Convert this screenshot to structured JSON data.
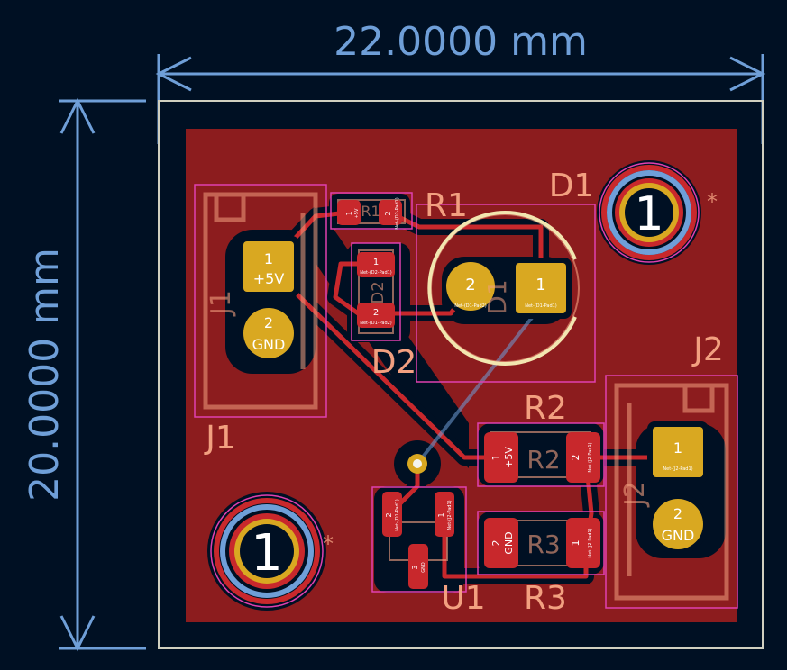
{
  "dimensions": {
    "width_label": "22.0000 mm",
    "height_label": "20.0000 mm"
  },
  "colors": {
    "background": "#001023",
    "copper_fill": "#8c1c1e",
    "copper_trace": "#c8282c",
    "pad_gold": "#d9a821",
    "silkscreen": "#f2a080",
    "courtyard": "#e040b0",
    "dimension": "#6f9fd8",
    "edge_cuts": "#d0d0c0"
  },
  "components": {
    "J1": {
      "ref": "J1",
      "ref_fab": "J1",
      "pad1_number": "1",
      "pad1_net": "+5V",
      "pad2_number": "2",
      "pad2_net": "GND"
    },
    "J2": {
      "ref": "J2",
      "ref_fab": "J2",
      "pad1_number": "1",
      "pad1_net": "Net-(J2-Pad1)",
      "pad2_number": "2",
      "pad2_net": "GND"
    },
    "D1": {
      "ref": "D1",
      "ref_fab": "D1",
      "pad1_number": "1",
      "pad1_net": "Net-(D1-Pad1)",
      "pad2_number": "2",
      "pad2_net": "Net-(D1-Pad2)"
    },
    "D2": {
      "ref": "D2",
      "ref_fab": "D2",
      "pad1_number": "1",
      "pad1_net": "Net-(D2-Pad1)",
      "pad2_number": "2",
      "pad2_net": "Net-(D1-Pad2)"
    },
    "R1": {
      "ref": "R1",
      "ref_fab": "R1",
      "pad1_number": "1",
      "pad1_net": "+5V",
      "pad2_number": "2",
      "pad2_net": "Net-(D2-Pad1)"
    },
    "R2": {
      "ref": "R2",
      "ref_fab": "R2",
      "pad1_number": "1",
      "pad1_net": "+5V",
      "pad2_number": "2",
      "pad2_net": "Net-(J2-Pad1)"
    },
    "R3": {
      "ref": "R3",
      "ref_fab": "R3",
      "pad1_number": "1",
      "pad1_net": "Net-(J2-Pad1)",
      "pad2_number": "2",
      "pad2_net": "GND"
    },
    "U1": {
      "ref": "U1",
      "pad1_number": "1",
      "pad1_net": "Net-(J2-Pad1)",
      "pad2_number": "2",
      "pad2_net": "Net-(D1-Pad1)",
      "pad3_number": "3",
      "pad3_net": "GND"
    }
  },
  "mounting_holes": {
    "top_right_number": "1",
    "bottom_left_number": "1"
  }
}
